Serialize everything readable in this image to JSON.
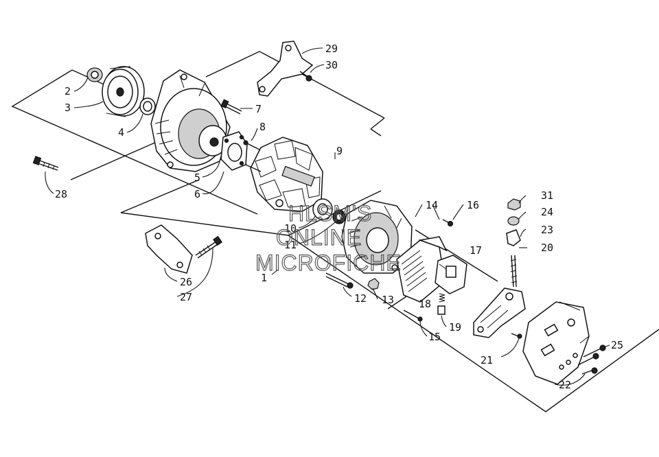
{
  "diagram": {
    "callouts": [
      {
        "id": "2",
        "label": "2"
      },
      {
        "id": "3",
        "label": "3"
      },
      {
        "id": "4",
        "label": "4"
      },
      {
        "id": "5",
        "label": "5"
      },
      {
        "id": "6",
        "label": "6"
      },
      {
        "id": "7",
        "label": "7"
      },
      {
        "id": "8",
        "label": "8"
      },
      {
        "id": "9",
        "label": "9"
      },
      {
        "id": "10",
        "label": "10"
      },
      {
        "id": "11",
        "label": "11"
      },
      {
        "id": "1",
        "label": "1"
      },
      {
        "id": "12",
        "label": "12"
      },
      {
        "id": "13",
        "label": "13"
      },
      {
        "id": "14",
        "label": "14"
      },
      {
        "id": "15",
        "label": "15"
      },
      {
        "id": "16",
        "label": "16"
      },
      {
        "id": "17",
        "label": "17"
      },
      {
        "id": "18",
        "label": "18"
      },
      {
        "id": "19",
        "label": "19"
      },
      {
        "id": "20",
        "label": "20"
      },
      {
        "id": "21",
        "label": "21"
      },
      {
        "id": "22",
        "label": "22"
      },
      {
        "id": "23",
        "label": "23"
      },
      {
        "id": "24",
        "label": "24"
      },
      {
        "id": "25",
        "label": "25"
      },
      {
        "id": "26",
        "label": "26"
      },
      {
        "id": "27",
        "label": "27"
      },
      {
        "id": "28",
        "label": "28"
      },
      {
        "id": "29",
        "label": "29"
      },
      {
        "id": "30",
        "label": "30"
      },
      {
        "id": "31",
        "label": "31"
      }
    ]
  },
  "watermark": {
    "line1": "HLSM'S",
    "line2": "ONLINE",
    "line3": "MICROFICHE"
  }
}
